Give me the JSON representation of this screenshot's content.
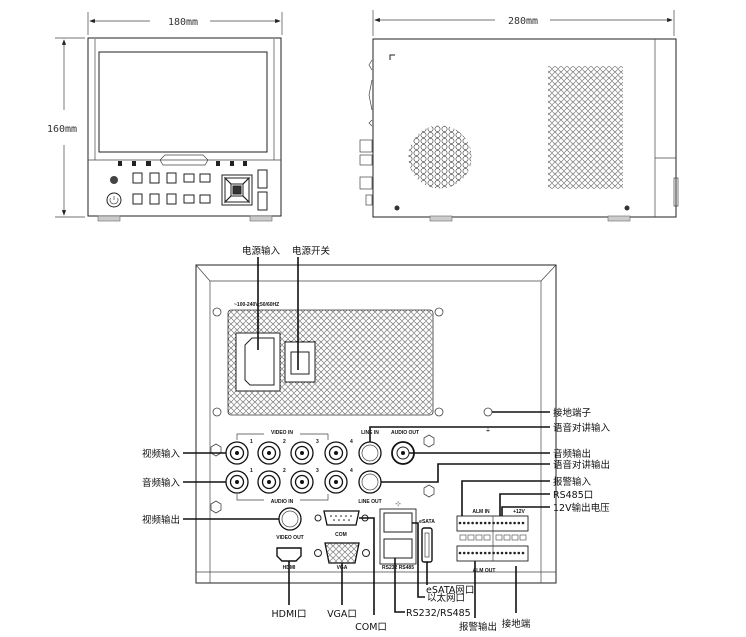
{
  "front_view": {
    "width_label": "180mm",
    "height_label": "160mm"
  },
  "side_view": {
    "length_label": "280mm"
  },
  "rear_panel": {
    "power_rating": "~100-240V;50/60HZ",
    "port_labels": {
      "video_in": "VIDEO IN",
      "audio_in": "AUDIO IN",
      "line_in": "LINE IN",
      "audio_out": "AUDIO OUT",
      "line_out": "LINE OUT",
      "video_out": "VIDEO OUT",
      "com": "COM",
      "vga": "VGA",
      "hdmi": "HDMI",
      "rs232_rs485": "RS232 RS485",
      "esata": "eSATA",
      "alm_in": "ALM IN",
      "alm_out": "ALM OUT",
      "plus12v": "+12V",
      "channel_numbers": [
        "1",
        "2",
        "3",
        "4"
      ]
    }
  },
  "callouts": {
    "power_input": "电源输入",
    "power_switch": "电源开关",
    "video_input": "视频输入",
    "audio_input": "音频输入",
    "video_output": "视频输出",
    "ground_terminal": "接地端子",
    "talkback_input": "语音对讲输入",
    "audio_output": "音频输出",
    "talkback_output": "语音对讲输出",
    "alarm_input": "报警输入",
    "rs485_port": "RS485口",
    "output_12v": "12V输出电压",
    "hdmi_port": "HDMI口",
    "vga_port": "VGA口",
    "com_port": "COM口",
    "rs232_rs485": "RS232/RS485",
    "ethernet_port": "以太网口",
    "esata_port": "eSATA网口",
    "alarm_output": "报警输出",
    "ground": "接地端"
  }
}
